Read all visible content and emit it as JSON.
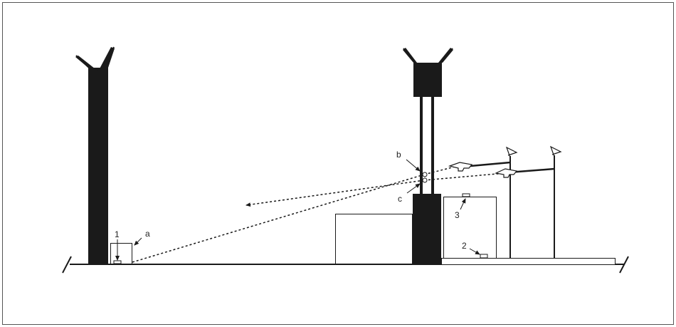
{
  "labels": {
    "marker_1": "1",
    "marker_2": "2",
    "marker_3": "3",
    "point_a": "a",
    "point_b": "b",
    "point_c": "c"
  },
  "colors": {
    "ink": "#1a1a1a",
    "frame": "#555555",
    "background": "#ffffff"
  }
}
